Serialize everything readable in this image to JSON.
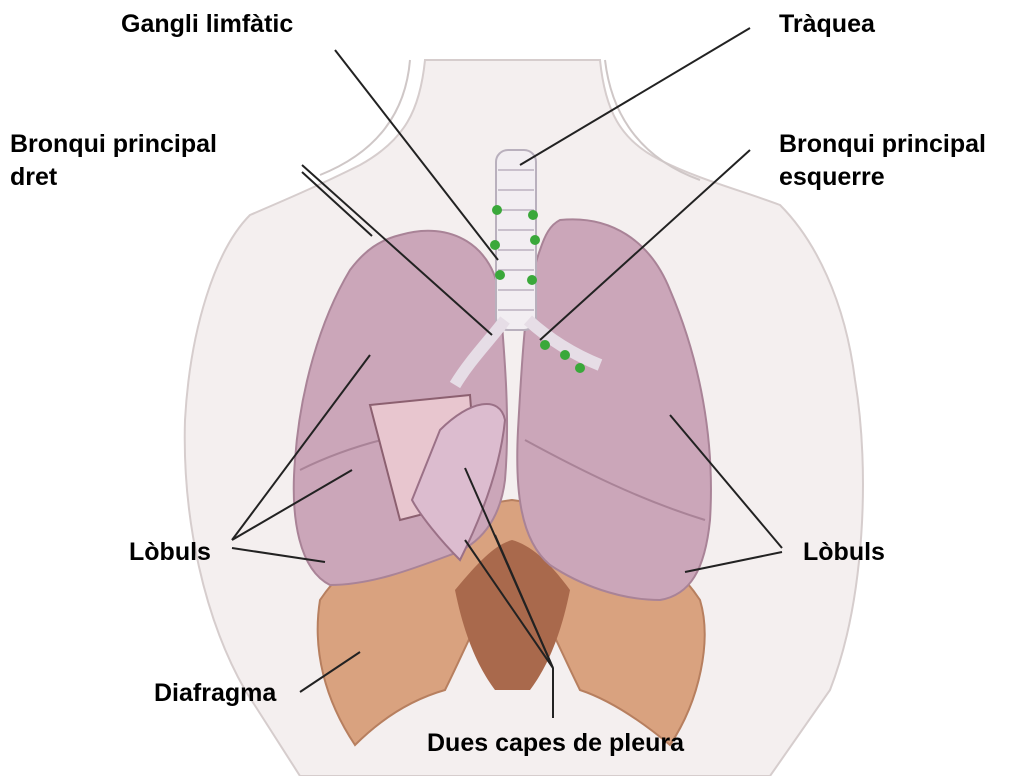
{
  "labels": {
    "lymph_node": "Gangli limfàtic",
    "trachea": "Tràquea",
    "right_bronchus": [
      "Bronqui principal",
      "dret"
    ],
    "left_bronchus": [
      "Bronqui principal",
      "esquerre"
    ],
    "lobes_right_side": "Lòbuls",
    "lobes_left_side": "Lòbuls",
    "diaphragm": "Diafragma",
    "pleura": "Dues capes de pleura"
  },
  "colors": {
    "lung": "#cba6b9",
    "lung_shade": "#b48aa0",
    "diaphragm": "#d9a27f",
    "body_outline": "#cfc7c7",
    "body_fill": "#f4efef",
    "node": "#3aa83a",
    "leader_line": "#222222"
  }
}
